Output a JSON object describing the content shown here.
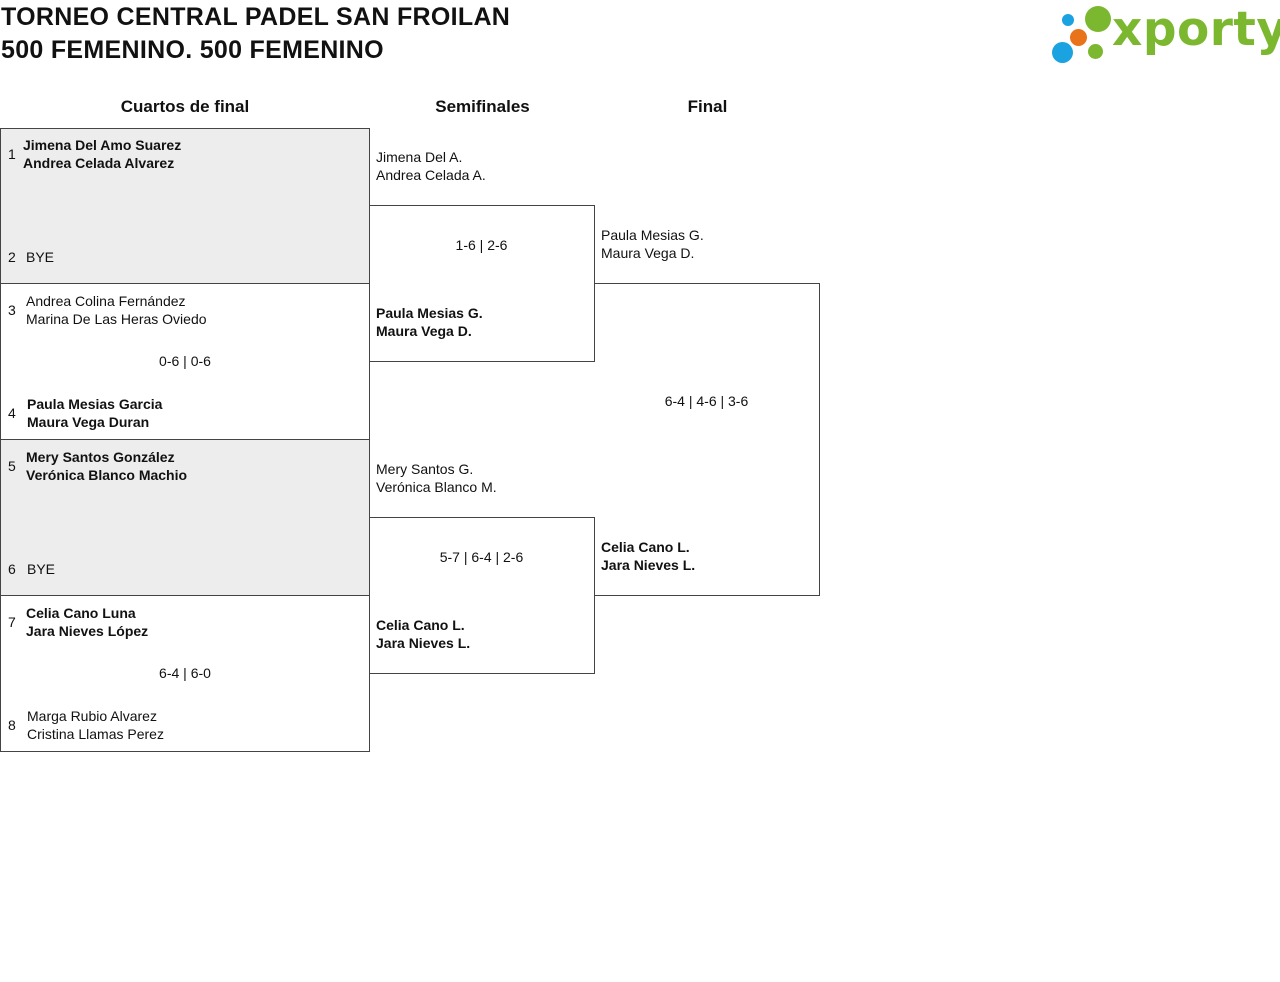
{
  "header": {
    "title_line1": "TORNEO CENTRAL PADEL SAN FROILAN",
    "title_line2": "500 FEMENINO. 500 FEMENINO",
    "logo_text": "xporty",
    "logo_colors": {
      "green": "#7cb82f",
      "orange": "#e8731a",
      "blue": "#1aa3e0"
    }
  },
  "rounds": {
    "quarterfinals": "Cuartos de final",
    "semifinals": "Semifinales",
    "final": "Final"
  },
  "quarterfinals": [
    {
      "seed_a": "1",
      "a1": "Jimena Del Amo Suarez",
      "a2": "Andrea Celada Alvarez",
      "seed_b": "2",
      "bye": "BYE"
    },
    {
      "seed_a": "3",
      "a1": "Andrea Colina Fernández",
      "a2": "Marina De Las Heras Oviedo",
      "score": "0-6 | 0-6",
      "seed_b": "4",
      "b1": "Paula Mesias Garcia",
      "b2": "Maura Vega Duran"
    },
    {
      "seed_a": "5",
      "a1": "Mery Santos González",
      "a2": "Verónica Blanco Machio",
      "seed_b": "6",
      "bye": "BYE"
    },
    {
      "seed_a": "7",
      "a1": "Celia Cano Luna",
      "a2": "Jara Nieves López",
      "score": "6-4 | 6-0",
      "seed_b": "8",
      "b1": "Marga Rubio Alvarez",
      "b2": "Cristina Llamas Perez"
    }
  ],
  "semifinals": [
    {
      "a1": "Jimena Del A.",
      "a2": "Andrea Celada A.",
      "score": "1-6 | 2-6",
      "b1": "Paula Mesias G.",
      "b2": "Maura Vega D."
    },
    {
      "a1": "Mery Santos G.",
      "a2": "Verónica Blanco M.",
      "score": "5-7 | 6-4 | 2-6",
      "b1": "Celia Cano L.",
      "b2": "Jara Nieves L."
    }
  ],
  "final": {
    "a1": "Paula Mesias G.",
    "a2": "Maura Vega D.",
    "score": "6-4 | 4-6 | 3-6",
    "b1": "Celia Cano L.",
    "b2": "Jara Nieves L."
  }
}
